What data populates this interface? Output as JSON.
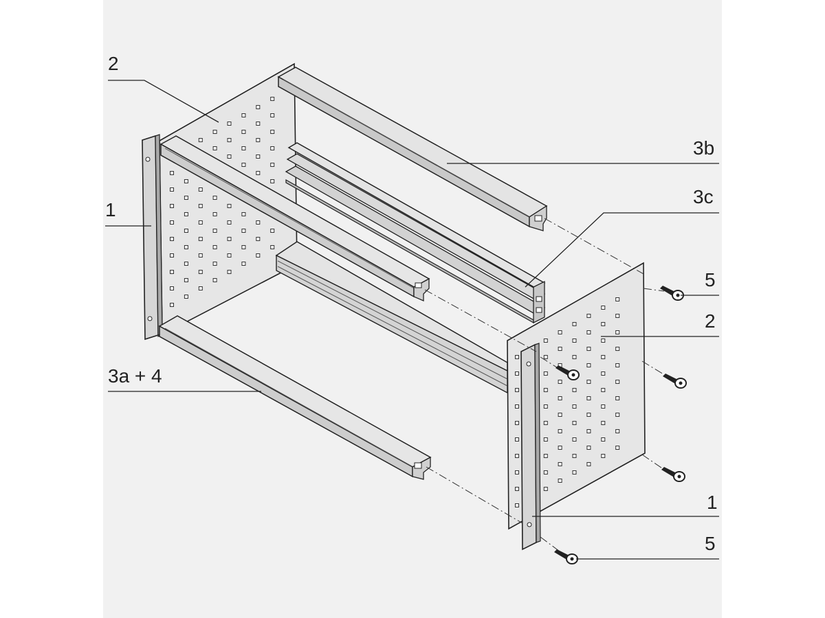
{
  "callouts": {
    "side_panel_left": "2",
    "rail_rear_top": "3b",
    "rail_rear_mid": "3c",
    "flange_left": "1",
    "screw_top": "5",
    "side_panel_right": "2",
    "rail_front_bottom": "3a + 4",
    "flange_right": "1",
    "screw_bottom": "5"
  },
  "colors": {
    "background": "#f1f1f1",
    "part_fill": "#e2e2e2",
    "part_dark": "#b8b8b8",
    "outline": "#222222"
  }
}
